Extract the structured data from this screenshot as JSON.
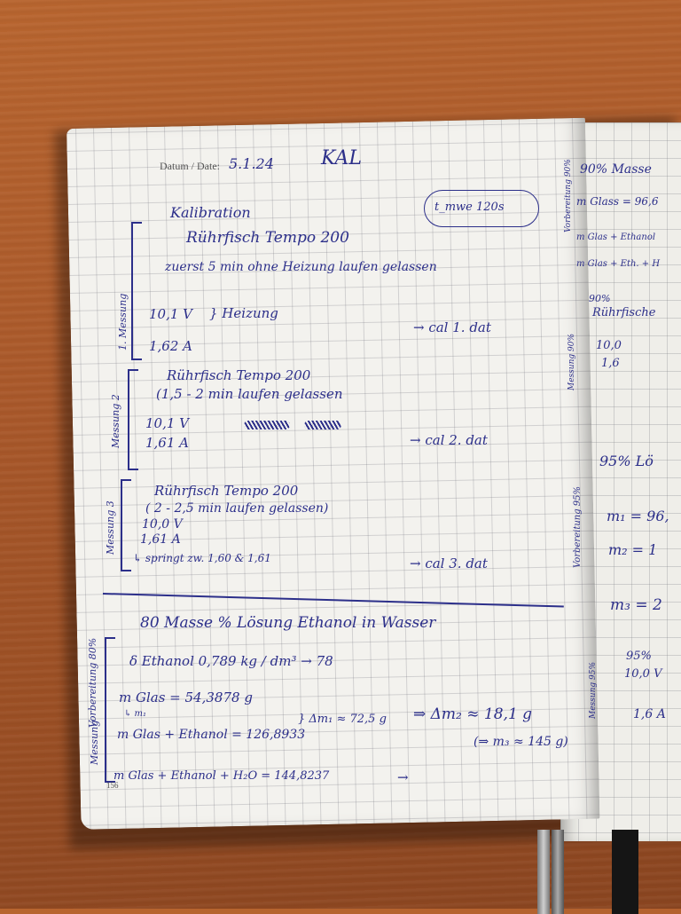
{
  "left_page": {
    "header": {
      "date_label": "Datum / Date:",
      "date": "5.1.24",
      "title": "KAL"
    },
    "time_box": "t_mwe 120s",
    "kalibration": "Kalibration",
    "measurement_1": {
      "side_label": "1. Messung",
      "line1": "Rührfisch   Tempo   200",
      "line2": "zuerst  5  min  ohne  Heizung  laufen  gelassen",
      "voltage": "10,1 V",
      "brace": "} Heizung",
      "current": "1,62  A",
      "file": "→ cal 1. dat"
    },
    "measurement_2": {
      "side_label": "Messung 2",
      "line1": "Rührfisch  Tempo   200",
      "line2": "(1,5 - 2 min  laufen  gelassen",
      "voltage": "10,1  V",
      "current": "1,61 A",
      "file": "→ cal 2. dat"
    },
    "measurement_3": {
      "side_label": "Messung 3",
      "line1": "Rührfisch  Tempo    200",
      "line2": "( 2 - 2,5 min  laufen  gelassen)",
      "voltage": "10,0  V",
      "current": "1,61  A",
      "note": "↳ springt  zw.   1,60 & 1,61",
      "file": "→ cal 3. dat"
    },
    "solution_title": "80   Masse   %   Lösung     Ethanol   in   Wasser",
    "prep_label": "Vorbereitung 80%",
    "messung_label": "Messung",
    "density": "δ Ethanol  0,789  kg / dm³  → 78",
    "m_glas": "m Glas  =  54,3878 g",
    "m1": "↳ m₁",
    "m_glas_ethanol": "m Glas + Ethanol  =  126,8933",
    "delta_m1": "} Δm₁ ≈ 72,5 g",
    "delta_m2": "⇒  Δm₂ ≈ 18,1 g",
    "m3": "(⇒ m₃ ≈ 145 g)",
    "m_glas_ethanol_h2o": "m Glas + Ethanol + H₂O  =  144,8237",
    "arrow": "→",
    "page_number": "156"
  },
  "right_page": {
    "top_label": "Vorbereitung 90%",
    "l1": "90%  Masse",
    "l2": "m Glass  = 96,6",
    "l3": "m Glas + Ethanol",
    "l4": "m Glas + Eth. + H",
    "mess90_label": "Messung 90%",
    "r1": "90%",
    "r2": "Rührfische",
    "r3": "10,0",
    "r4": "1,6",
    "prep95_label": "Vorbereitung 95%",
    "s1": "95%  Lö",
    "s2": "m₁ = 96,",
    "s3": "m₂ = 1",
    "s4": "m₃ = 2",
    "mess95_label": "Messung 95%",
    "t1": "95%",
    "t2": "10,0 V",
    "t3": "1,6 A"
  }
}
